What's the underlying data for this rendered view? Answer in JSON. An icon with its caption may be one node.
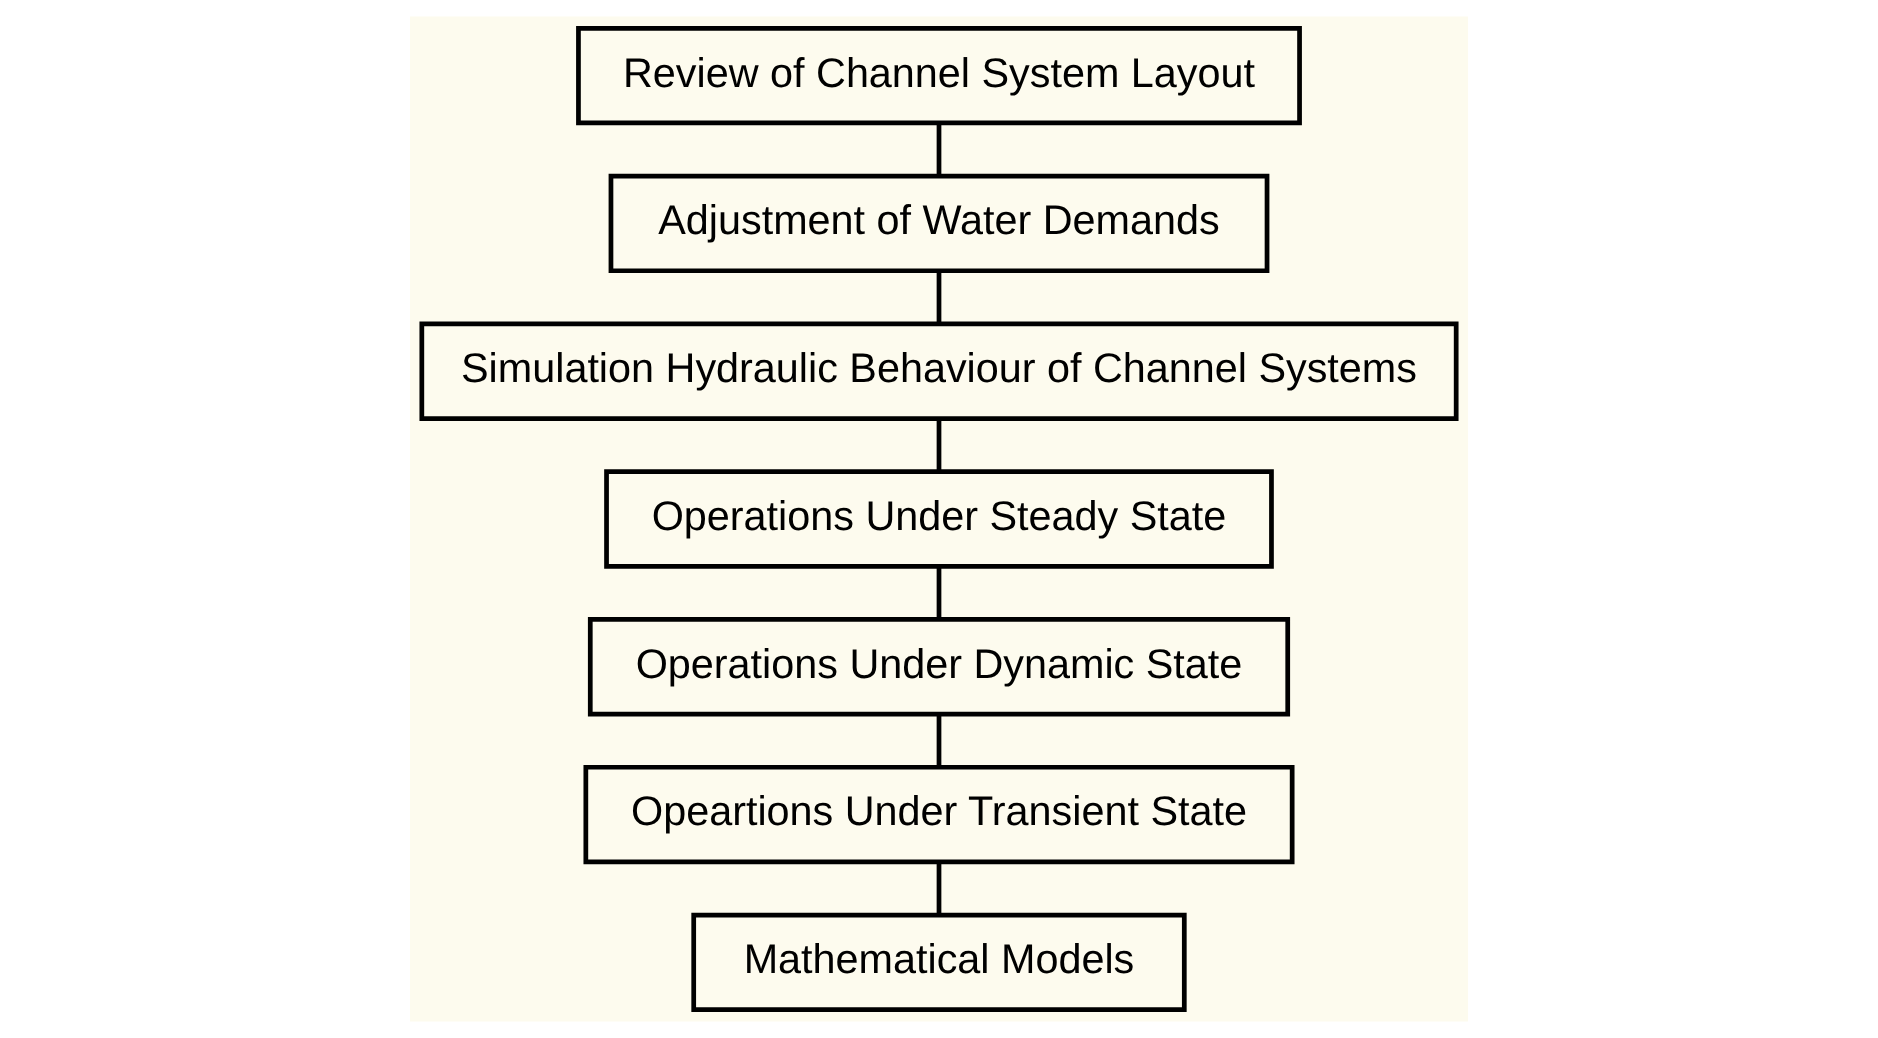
{
  "diagram": {
    "nodes": [
      {
        "text": [
          "Review of Channel System Layout"
        ]
      },
      {
        "text": [
          "Adjustment of Water Demands"
        ]
      },
      {
        "text": [
          "Simulation Hydraulic Behaviour of Channel Systems"
        ]
      },
      {
        "text": [
          "Operations Under Steady State"
        ]
      },
      {
        "text": [
          "Operations Under Dynamic State"
        ]
      },
      {
        "text": [
          "Opeartions Under Transient State"
        ]
      },
      {
        "text": [
          "Mathematical Models"
        ]
      }
    ],
    "edges": [
      {
        "from": 0,
        "to": 1,
        "arrow": "none"
      },
      {
        "from": 1,
        "to": 2,
        "arrow": "none"
      },
      {
        "from": 2,
        "to": 3,
        "arrow": "none"
      },
      {
        "from": 3,
        "to": 4,
        "arrow": "none"
      },
      {
        "from": 4,
        "to": 5,
        "arrow": "none"
      },
      {
        "from": 5,
        "to": 6,
        "arrow": "none"
      }
    ]
  }
}
